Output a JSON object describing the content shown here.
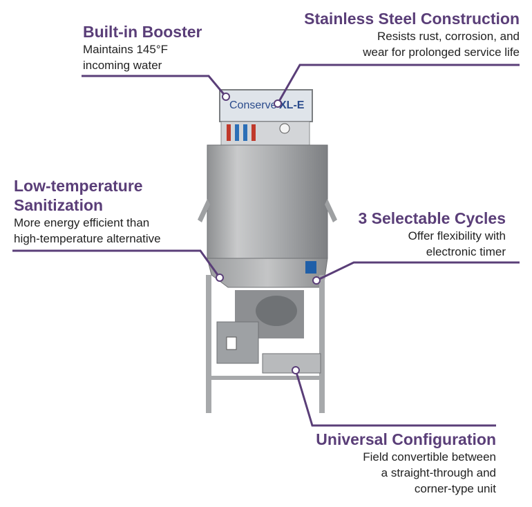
{
  "colors": {
    "accent": "#5a3e78",
    "text": "#222222",
    "steel": "#b9babb"
  },
  "machine": {
    "brand": "Conserve",
    "model": "XL-E"
  },
  "callouts": {
    "booster": {
      "title": "Built-in Booster",
      "desc_line1": "Maintains 145°F",
      "desc_line2": "incoming water"
    },
    "steel": {
      "title": "Stainless Steel Construction",
      "desc_line1": "Resists rust, corrosion, and",
      "desc_line2": "wear for prolonged service life"
    },
    "sanitization": {
      "title_line1": "Low-temperature",
      "title_line2": "Sanitization",
      "desc_line1": "More energy efficient than",
      "desc_line2": "high-temperature alternative"
    },
    "cycles": {
      "title": "3 Selectable Cycles",
      "desc_line1": "Offer flexibility with",
      "desc_line2": "electronic timer"
    },
    "configuration": {
      "title": "Universal Configuration",
      "desc_line1": "Field convertible between",
      "desc_line2": "a straight-through and",
      "desc_line3": "corner-type unit"
    }
  }
}
